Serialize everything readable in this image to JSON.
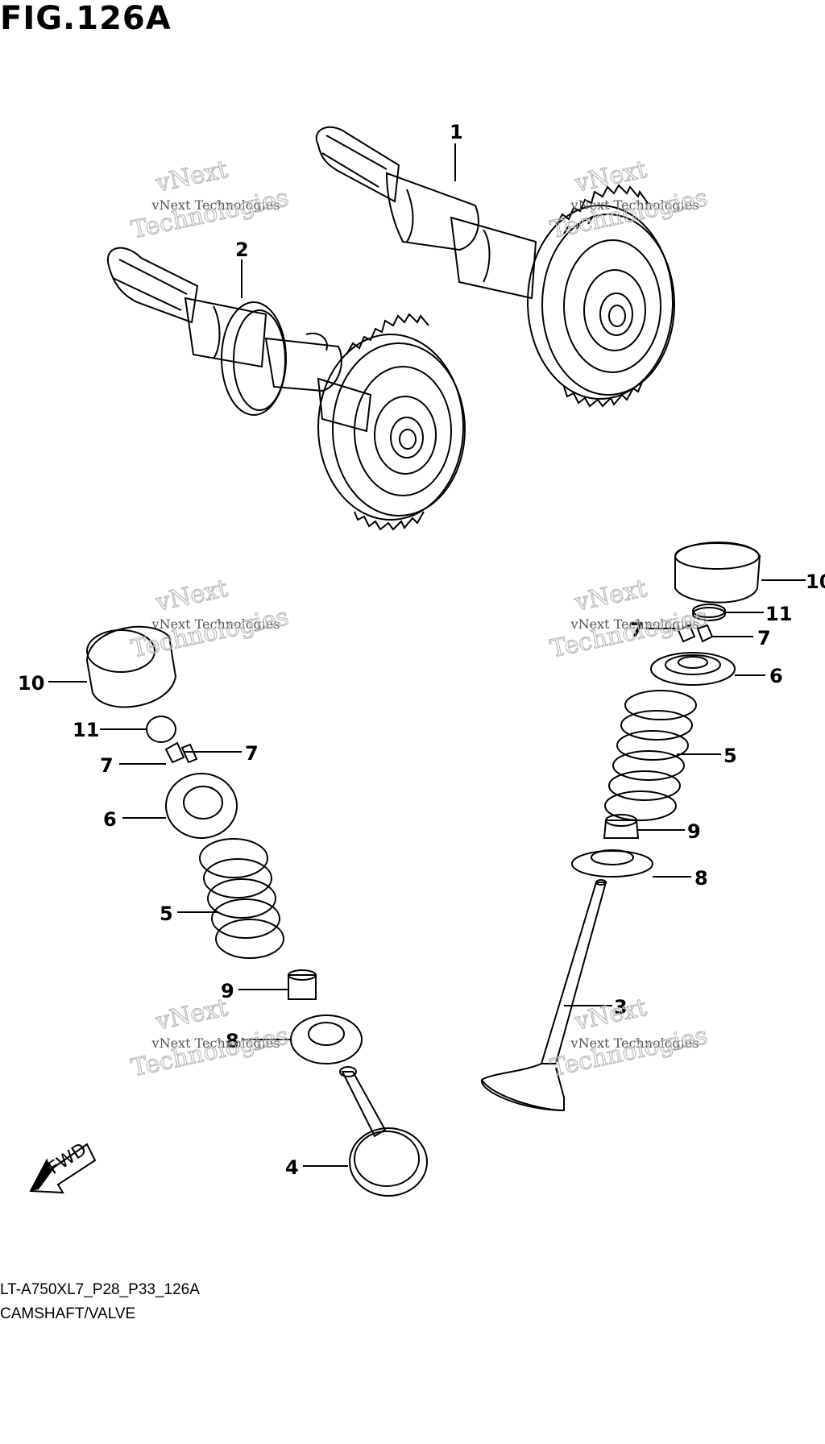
{
  "figure": {
    "title": "FIG.126A",
    "model_code": "LT-A750XL7_P28_P33_126A",
    "caption": "CAMSHAFT/VALVE"
  },
  "callouts": [
    "1",
    "2",
    "10",
    "11",
    "7",
    "7",
    "6",
    "5",
    "9",
    "8",
    "3",
    "10",
    "11",
    "7",
    "7",
    "6",
    "5",
    "9",
    "8",
    "4"
  ],
  "watermark": {
    "line1": "vNext Technologies",
    "line2": "vNext",
    "line3": "Technologies"
  },
  "direction_marker": "FWD"
}
